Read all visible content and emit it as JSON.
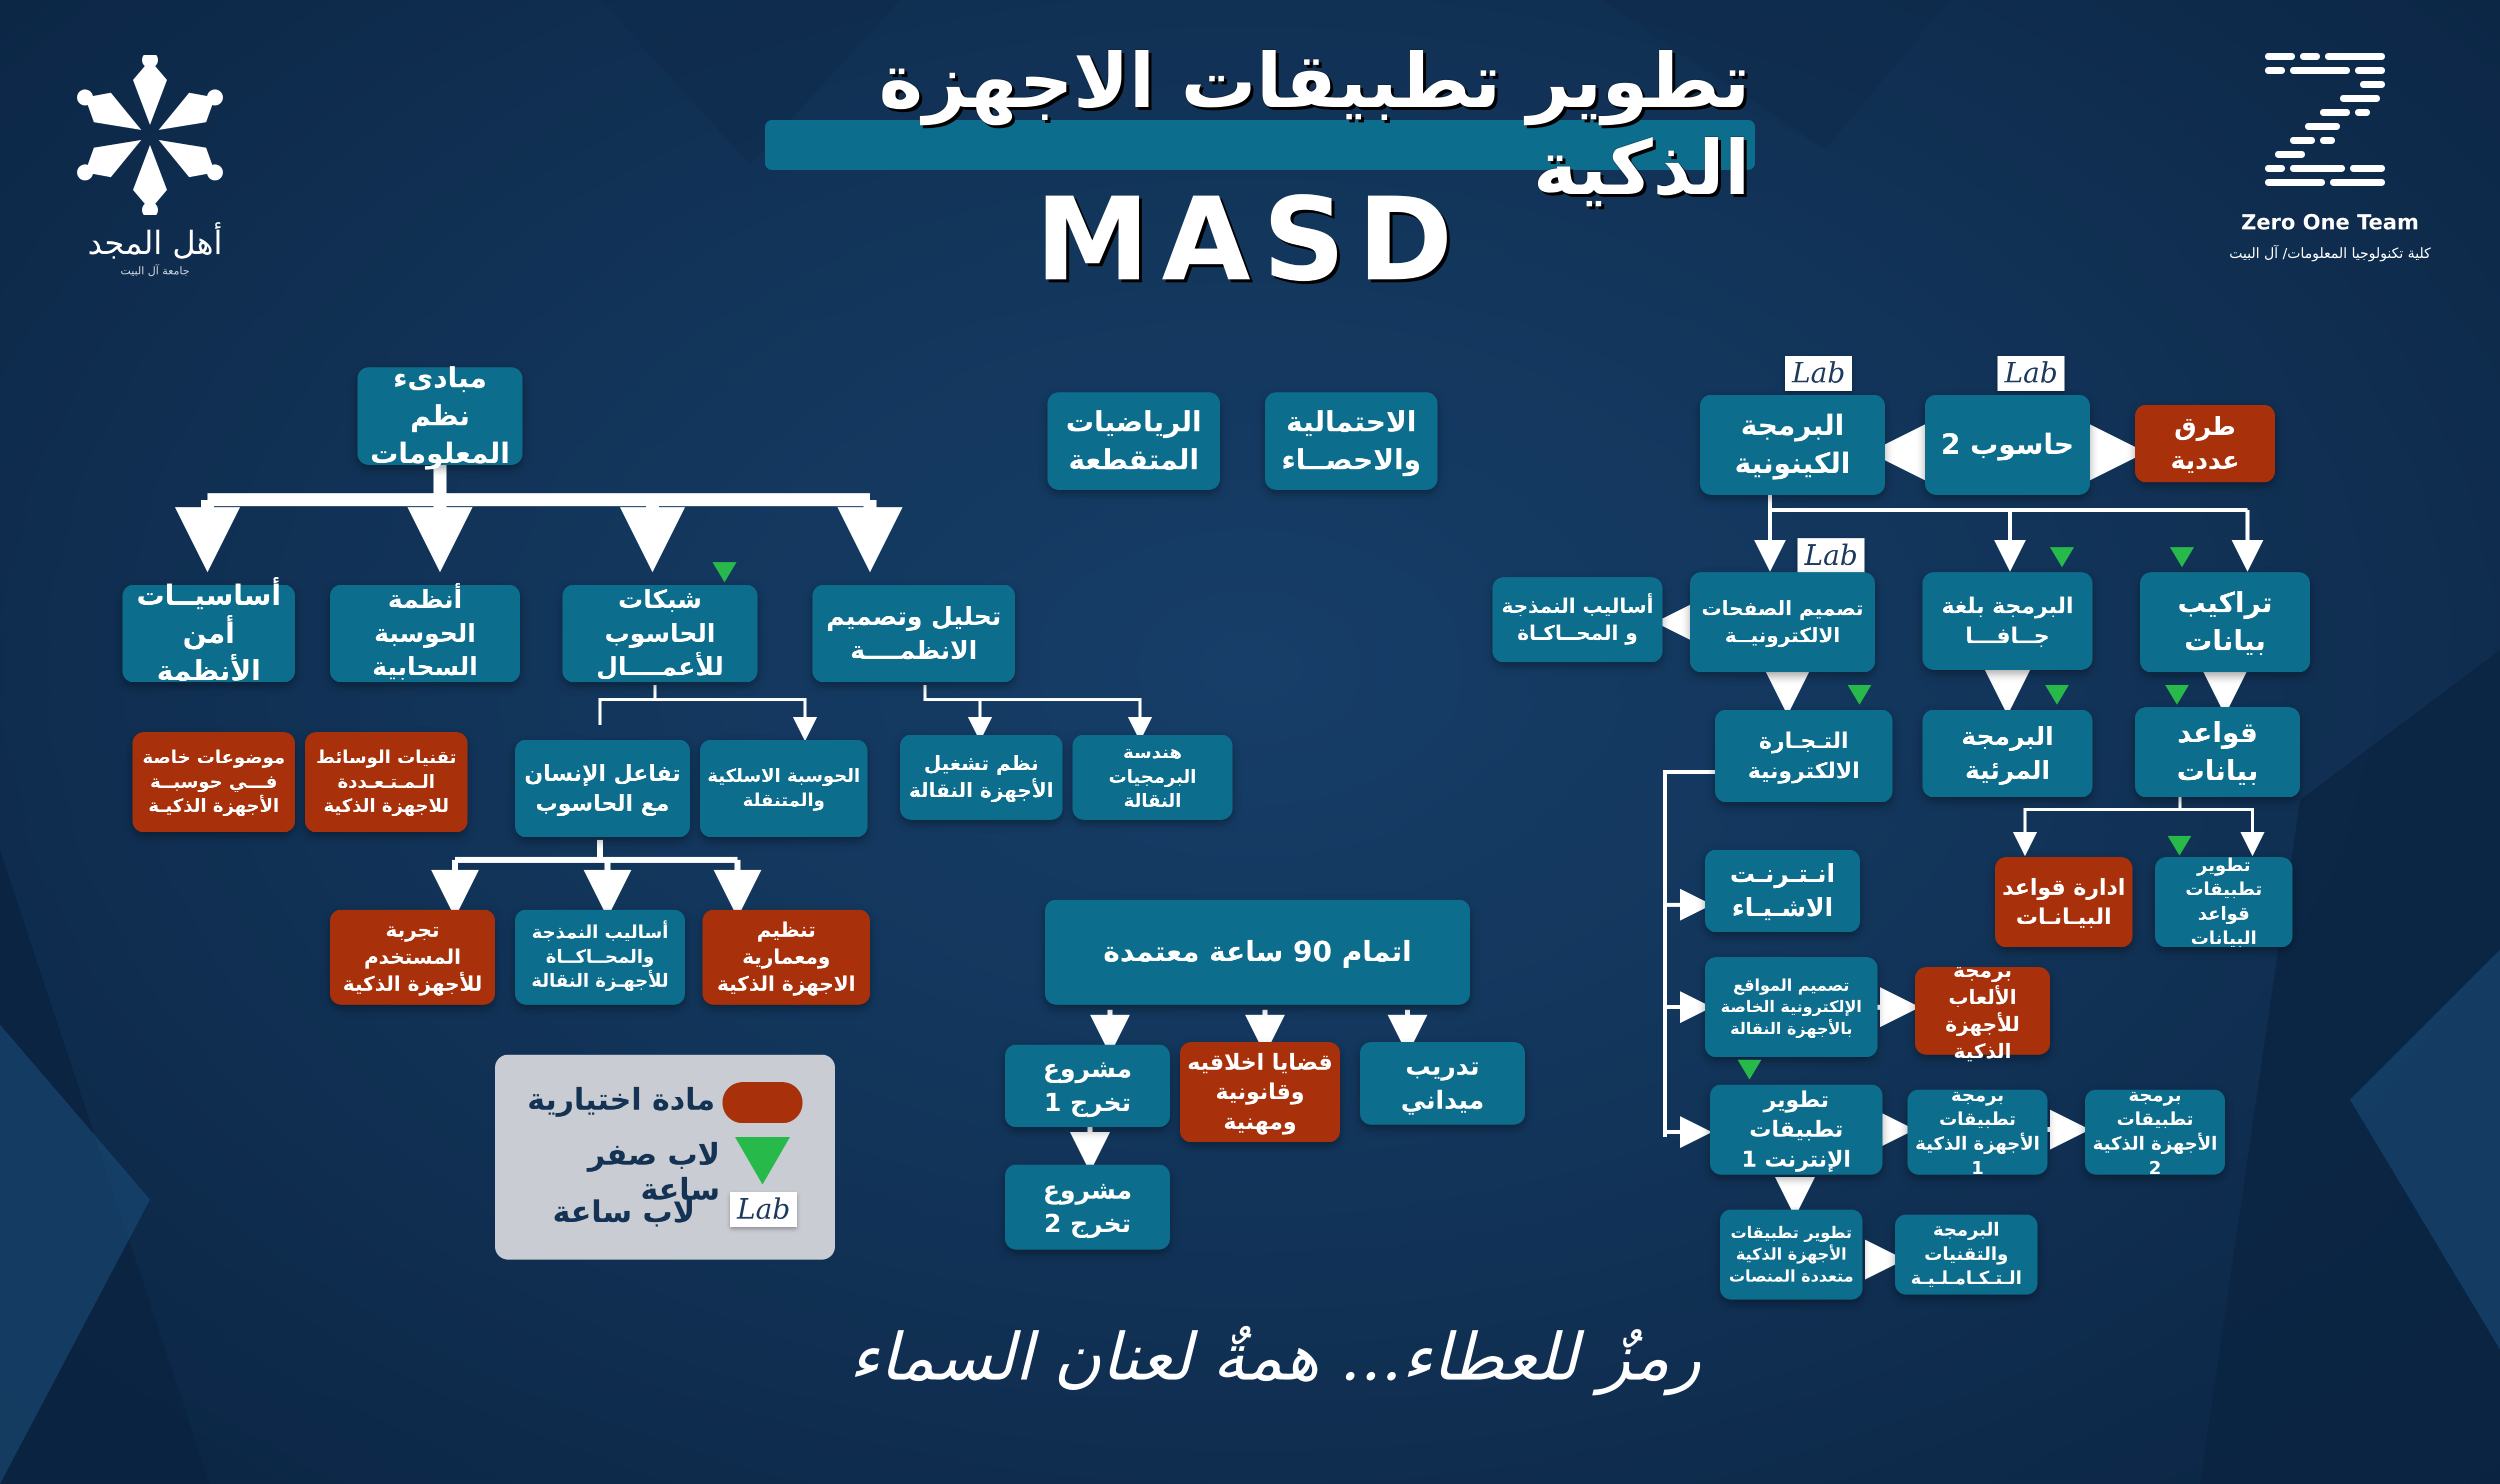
{
  "header": {
    "title": "تطوير تطبيقات الاجهزة الذكية",
    "subtitle": "MASD"
  },
  "logos": {
    "left_name": "أهل المجد",
    "left_sub": "جامعة آل البيت",
    "right_name": "Zero One Team",
    "right_sub": "كلية تكنولوجيا المعلومات/ آل البيت"
  },
  "courses": {
    "mabadi": "مبادىء نظم المعلومات",
    "osasiyat": "أساسيــات أمن الأنظمة",
    "cloud": "أنظمة الحوسبة السحابية",
    "networks": "شبكات الحاسوب للأعمــــال",
    "analysis": "تحليل وتصميم الانظمــــة",
    "special_topics": "موضوعات خاصة فـــي حوسبــة الأجهزة الذكيـة",
    "multimedia": "تقنيات الوسائط الـمـتـعـددة للاجهزة الذكية",
    "hci": "تفاعل الإنسان مع الحاسوب",
    "wireless": "الحوسبة الاسلكية والمتنقلة",
    "mobile_os": "نظم تشغيل الأجهزة النقالة",
    "mobile_se": "هندسة البرمجيات النقالة",
    "ux": "تجربة المستخدم للأجهزة الذكية",
    "modeling_mobile": "أساليب النمذجة والمحــاكــاة للأجهـزة النقالة",
    "architecture": "تنظيم ومعمارية الاجهزة الذكية",
    "discrete": "الرياضيات المتقطعة",
    "statistics": "الاحتمالية والاحصــاء",
    "completion": "اتمام 90 ساعة معتمدة",
    "project1": "مشروع تخرج 1",
    "project2": "مشروع تخرج 2",
    "ethics": "قضايا اخلاقيه وقانونية ومهنية",
    "training": "تدريب ميداني",
    "oop": "البرمجة الكينونية",
    "computer2": "حاسوب 2",
    "numerical": "طرق عددية",
    "web_design": "تصميم الصفحات الالكترونيــة",
    "modeling": "أساليب النمذجة و المحــاكـاة",
    "java": "البرمجة بلغة جــافـــا",
    "data_structures": "تراكيب بيانات",
    "ecommerce": "التـجـارة الالكترونية",
    "visual": "البرمجة المرئية",
    "databases": "قواعد بيانات",
    "db_admin": "ادارة قواعد البيـانـات",
    "db_apps": "تطوير تطبيقات قواعد البيانات",
    "iot": "انـتـرنـت الاشـيـاء",
    "mobile_websites": "تصميم المواقع الإلكترونية الخاصة بالأجهزة النقالة",
    "games": "برمجة الألعاب للأجهزة الذكية",
    "internet_apps": "تطوير تطبيقات الإنترنت 1",
    "smart_apps1": "برمجة تطبيقات الأجهزة الذكية 1",
    "smart_apps2": "برمجة تطبيقات الأجهزة الذكية 2",
    "multiplatform": "تطوير تطبيقات الأجهزة الذكية متعددة المنصات",
    "integrative": "البرمجة والتقنيات الـتـكـامـلـيـة"
  },
  "lab_label": "Lab",
  "legend": {
    "elective": "مادة اختيارية",
    "lab_zero": "لاب صفر ساعة",
    "lab_hour": "لاب ساعة",
    "lab_icon_text": "Lab"
  },
  "slogan": "رمزٌ للعطاء... همةٌ لعنان السماء",
  "colors": {
    "background": "#123459",
    "course_box": "#0d6d8c",
    "elective_box": "#a8310b",
    "lab_zero_marker": "#27b94a",
    "legend_panel": "#c9ccd2"
  }
}
